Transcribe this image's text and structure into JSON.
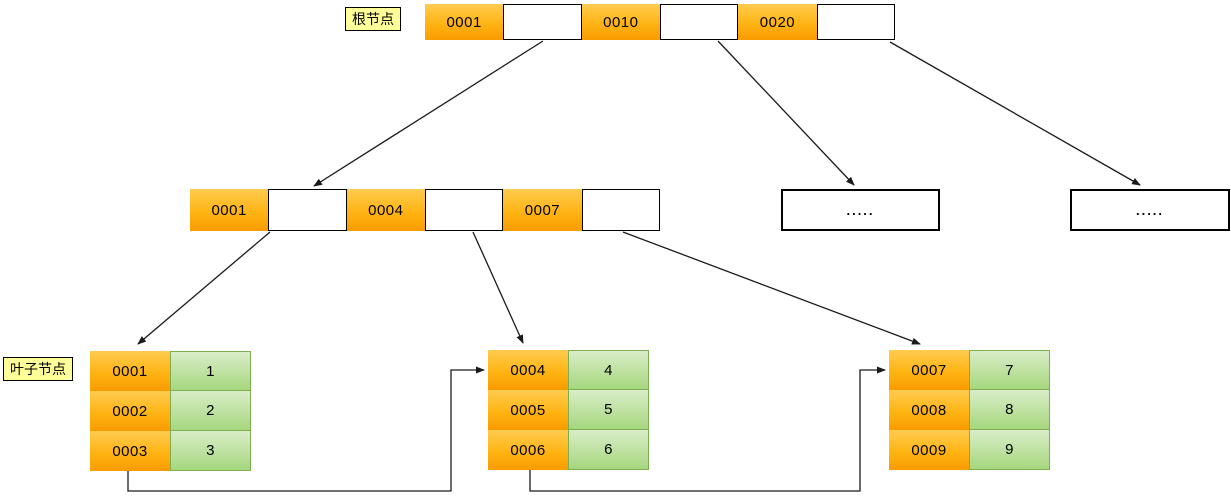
{
  "labels": {
    "root": "根节点",
    "leaf": "叶子节点"
  },
  "root_node": {
    "cells": [
      "0001",
      "",
      "0010",
      "",
      "0020",
      ""
    ]
  },
  "internal_node": {
    "cells": [
      "0001",
      "",
      "0004",
      "",
      "0007",
      ""
    ]
  },
  "ellipsis_nodes": [
    {
      "text": "....."
    },
    {
      "text": "....."
    }
  ],
  "leaf_nodes": [
    {
      "rows": [
        {
          "key": "0001",
          "value": "1"
        },
        {
          "key": "0002",
          "value": "2"
        },
        {
          "key": "0003",
          "value": "3"
        }
      ]
    },
    {
      "rows": [
        {
          "key": "0004",
          "value": "4"
        },
        {
          "key": "0005",
          "value": "5"
        },
        {
          "key": "0006",
          "value": "6"
        }
      ]
    },
    {
      "rows": [
        {
          "key": "0007",
          "value": "7"
        },
        {
          "key": "0008",
          "value": "8"
        },
        {
          "key": "0009",
          "value": "9"
        }
      ]
    }
  ],
  "colors": {
    "key_orange_top": "#FFCB4F",
    "key_orange_mid": "#FFB414",
    "key_orange_bottom": "#F99B00",
    "value_green_top": "#D9EDC8",
    "value_green_bottom": "#A6D77E",
    "value_green_border": "#7FAE4F",
    "label_yellow": "#FFFF99",
    "line": "#1a1a1a"
  }
}
